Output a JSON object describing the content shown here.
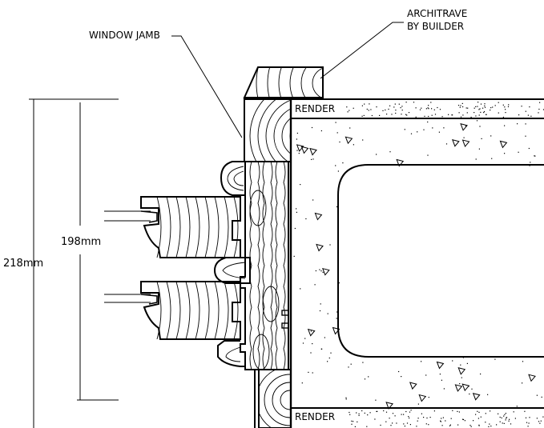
{
  "labels": {
    "architrave_line1": "ARCHITRAVE",
    "architrave_line2": "BY BUILDER",
    "window_jamb": "WINDOW JAMB",
    "render_top": "RENDER",
    "render_bottom": "RENDER",
    "dim_outer": "218mm",
    "dim_inner": "198mm"
  },
  "colors": {
    "line": "#000000",
    "background": "#ffffff",
    "concrete_speckle": "#000000"
  }
}
